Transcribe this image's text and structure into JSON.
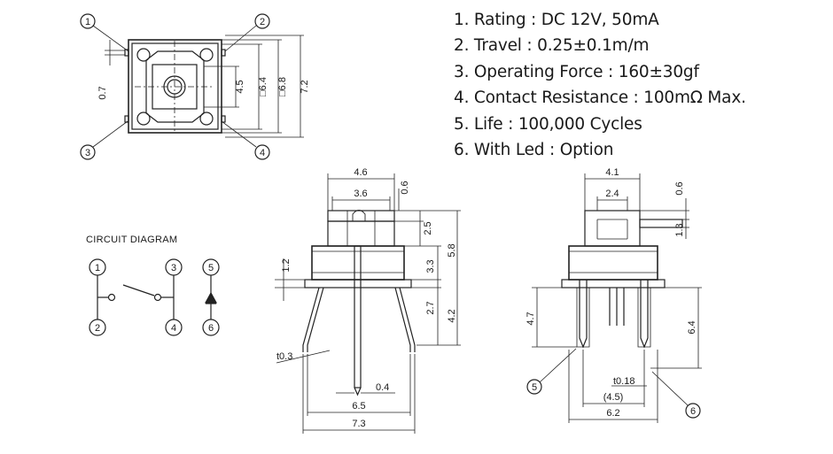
{
  "specs": [
    "1. Rating : DC 12V, 50mA",
    "2. Travel : 0.25±0.1m/m",
    "3. Operating Force : 160±30gf",
    "4. Contact Resistance : 100mΩ Max.",
    "5. Life : 100,000 Cycles",
    "6. With Led : Option"
  ],
  "circuit_title": "CIRCUIT DIAGRAM",
  "top_view": {
    "dims": [
      "0.7",
      "4.5",
      "□6.4",
      "□6.8",
      "7.2"
    ],
    "callouts": [
      "1",
      "2",
      "3",
      "4"
    ]
  },
  "front_view": {
    "dims": [
      "4.6",
      "3.6",
      "0.6",
      "2.5",
      "5.8",
      "3.3",
      "1.2",
      "2.7",
      "4.2",
      "t0.3",
      "0.4",
      "6.5",
      "7.3"
    ]
  },
  "side_view": {
    "dims": [
      "4.1",
      "2.4",
      "0.6",
      "1.3",
      "4.7",
      "6.4",
      "t0.18",
      "(4.5)",
      "6.2"
    ],
    "callouts": [
      "5",
      "6"
    ]
  },
  "circuit": {
    "pins": [
      "1",
      "2",
      "3",
      "4",
      "5",
      "6"
    ]
  }
}
